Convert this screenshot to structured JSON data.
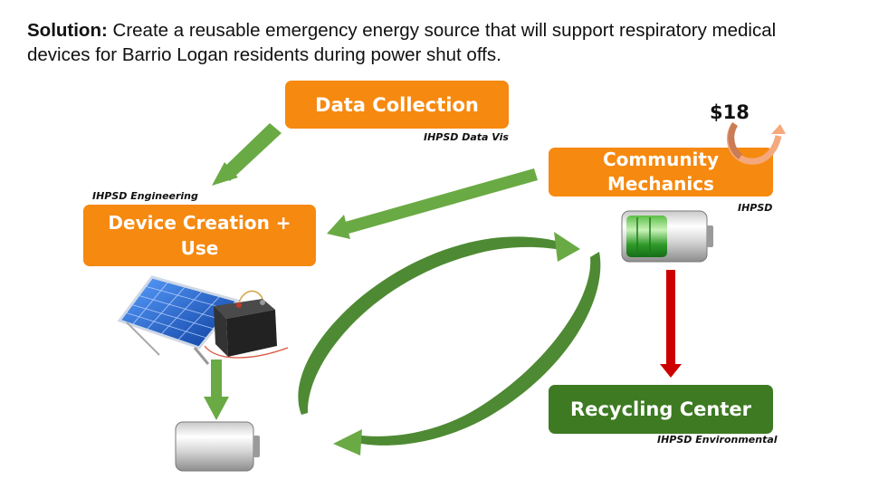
{
  "heading": {
    "label": "Solution:",
    "text": " Create a reusable emergency energy source that will support respiratory medical devices for Barrio Logan residents during power shut offs."
  },
  "nodes": {
    "data_collection": {
      "label": "Data Collection",
      "caption": "IHPSD Data Vis"
    },
    "community_mechanics": {
      "label": "Community Mechanics",
      "caption": "IHPSD"
    },
    "device_creation": {
      "label": "Device Creation + Use",
      "caption": "IHPSD Engineering"
    },
    "recycling_center": {
      "label": "Recycling Center",
      "caption": "IHPSD Environmental"
    }
  },
  "price_tag": "$18",
  "colors": {
    "orange": "#f6890f",
    "dark_green": "#3d7a22",
    "arrow_green": "#6aaa44",
    "arrow_red": "#cc0000",
    "arrow_peach": "#f4a97c"
  },
  "icons": [
    "solar-panel-icon",
    "car-battery-icon",
    "full-battery-icon",
    "empty-battery-icon",
    "cycle-arrow-icon"
  ]
}
